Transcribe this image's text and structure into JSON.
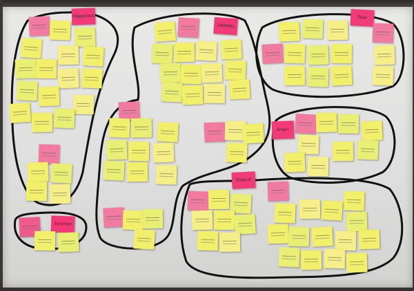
{
  "scene": {
    "colors": {
      "yellow": "#f2f06a",
      "pink": "#f07aa0",
      "hot_pink": "#f23a79",
      "board": "#e4e4e3",
      "marker": "#111111"
    },
    "group_labels": {
      "happiness": "Happiness",
      "sadness": "Sadness",
      "fear": "Fear",
      "anger": "Anger",
      "disgust": "Disgust",
      "surprise": "Surprise"
    }
  }
}
